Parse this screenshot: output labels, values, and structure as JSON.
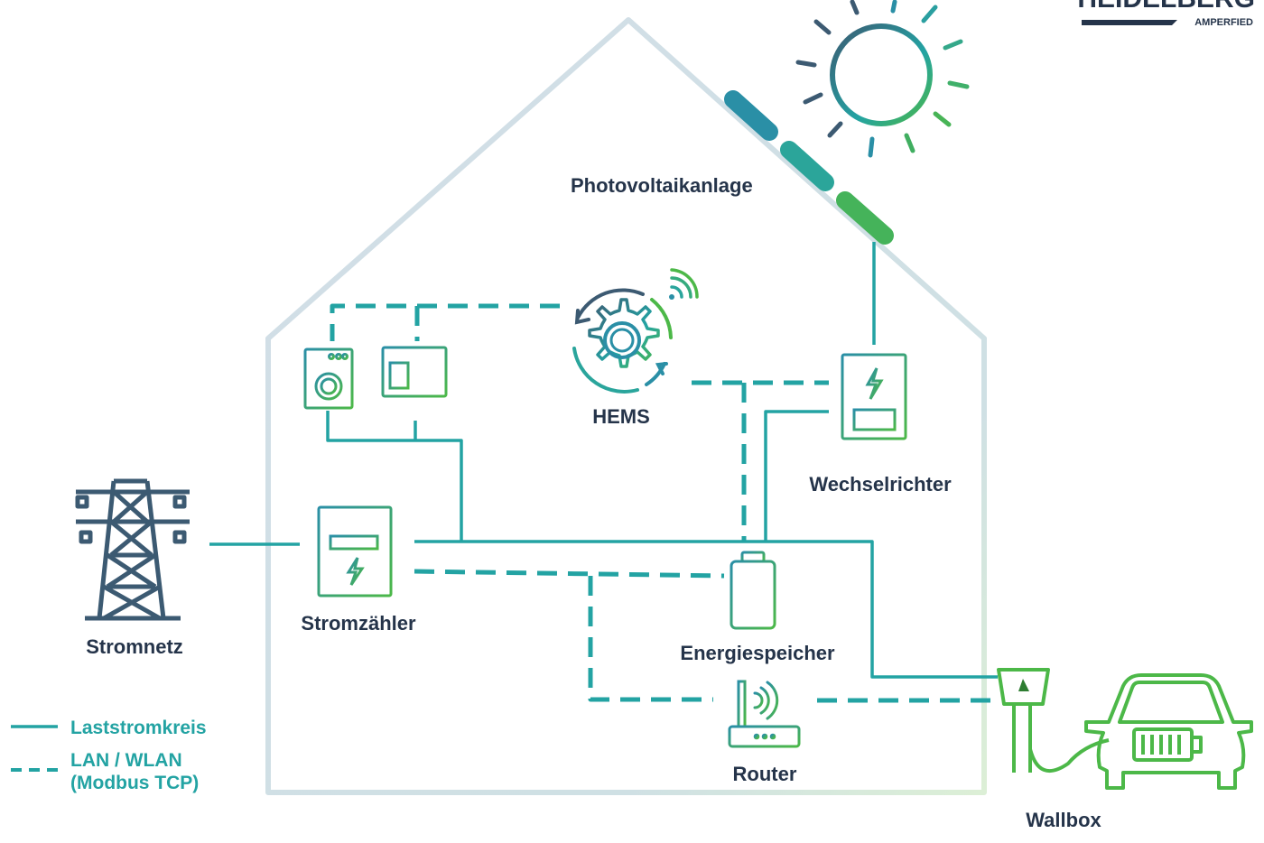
{
  "brand": {
    "name": "HEIDELBERG",
    "sub": "AMPERFIED"
  },
  "labels": {
    "pv": "Photovoltaikanlage",
    "hems": "HEMS",
    "inverter": "Wechselrichter",
    "meter": "Stromzähler",
    "grid": "Stromnetz",
    "storage": "Energiespeicher",
    "router": "Router",
    "wallbox": "Wallbox"
  },
  "legend": {
    "solid": "Laststromkreis",
    "dashed_line1": "LAN / WLAN",
    "dashed_line2": "(Modbus TCP)"
  },
  "colors": {
    "navy": "#3c5a72",
    "teal": "#23a3a3",
    "green": "#4cb848",
    "house": "#cfdde6"
  }
}
